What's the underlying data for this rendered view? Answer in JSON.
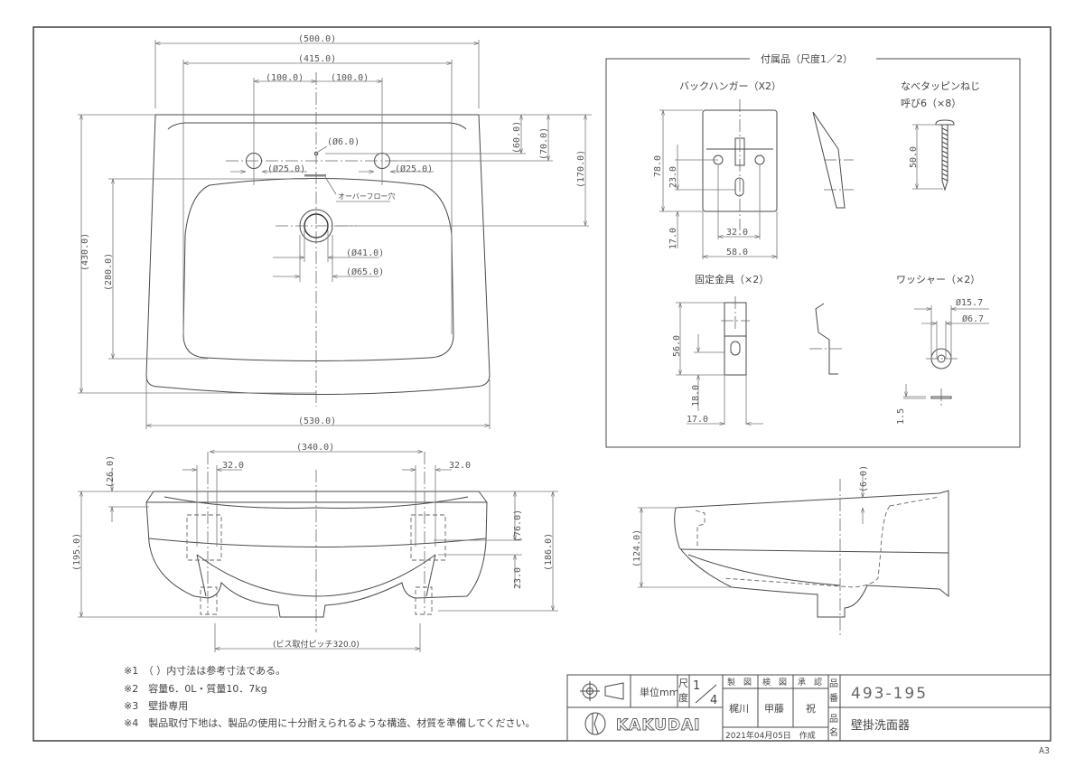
{
  "sheet_size": "A3",
  "top_view": {
    "dims": {
      "w500": "(500.0)",
      "w415": "(415.0)",
      "p100a": "(100.0)",
      "p100b": "(100.0)",
      "d6": "(Ø6.0)",
      "d25a": "(Ø25.0)",
      "d25b": "(Ø25.0)",
      "d41": "(Ø41.0)",
      "d65": "(Ø65.0)",
      "h430": "(430.0)",
      "h280": "(280.0)",
      "h60": "(60.0)",
      "h70": "(70.0)",
      "h170": "(170.0)",
      "w530": "(530.0)"
    },
    "overflow_label": "オーバーフロー穴"
  },
  "front_view": {
    "dims": {
      "w340": "(340.0)",
      "s32a": "32.0",
      "s32b": "32.0",
      "h26": "(26.0)",
      "h195": "(195.0)",
      "h76": "(76.0)",
      "h186": "(186.0)",
      "h23": "23.0",
      "pitch": "(ビス取付ピッチ320.0)"
    }
  },
  "side_view": {
    "dims": {
      "h6": "(6.0)",
      "h124": "(124.0)"
    }
  },
  "accessories": {
    "title": "付属品（尺度1／2）",
    "back_hanger": {
      "label": "バックハンガー（X2）",
      "d78": "78.0",
      "d23": "23.0",
      "d17": "17.0",
      "d32": "32.0",
      "d58": "58.0"
    },
    "screw": {
      "label1": "なべタッピンねじ",
      "label2": "呼び6（×8）",
      "d50": "50.0"
    },
    "bracket": {
      "label": "固定金具（×2）",
      "d56": "56.0",
      "d18": "18.0",
      "d17": "17.0"
    },
    "washer": {
      "label": "ワッシャー（×2）",
      "d157": "Ø15.7",
      "d67": "Ø6.7",
      "t15": "1.5"
    }
  },
  "notes": [
    "※1　（ ）内寸法は参考寸法である。",
    "※2　容量6．0L・質量10．7kg",
    "※3　壁掛専用",
    "※4　製品取付下地は、製品の使用に十分耐えられるような構造、材質を準備してください。"
  ],
  "title_block": {
    "unit": "単位mm",
    "scale_label1": "尺",
    "scale_label2": "度",
    "scale_num": "1",
    "scale_den": "4",
    "drawn_h": "製　図",
    "checked_h": "検　図",
    "approved_h": "承　認",
    "drawn": "梶川",
    "checked": "甲藤",
    "approved": "祝",
    "date": "2021年04月05日　作成",
    "part_no_label1": "品",
    "part_no_label2": "番",
    "part_no": "493-195",
    "name_label1": "品",
    "name_label2": "名",
    "name": "壁掛洗面器",
    "brand": "KAKUDAI"
  }
}
